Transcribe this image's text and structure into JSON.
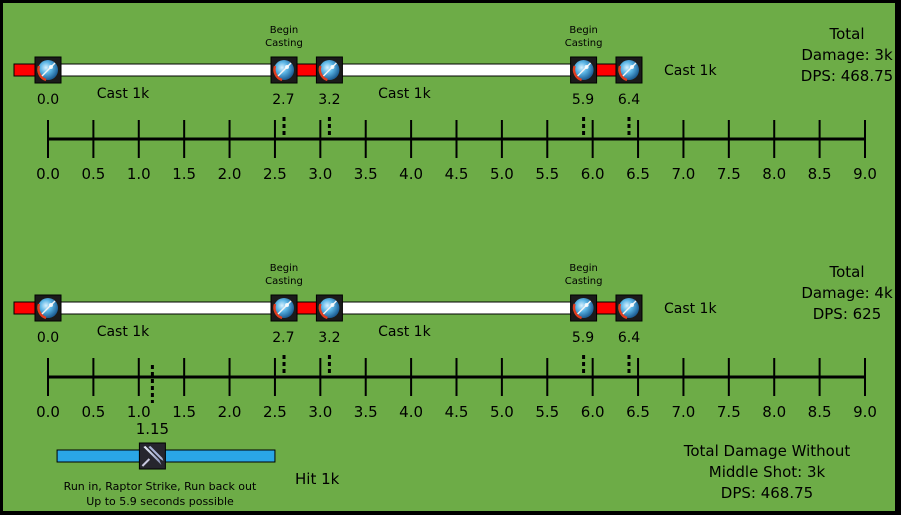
{
  "colors": {
    "background": "#6dac47",
    "cooldown_bar": "#ff0000",
    "cast_bar": "#ffffff",
    "raptor_bar": "#2aa6e6",
    "axis": "#000000"
  },
  "icons": {
    "shot": "aimed-shot-icon",
    "raptor": "raptor-strike-icon"
  },
  "begin_casting_label": [
    "Begin",
    "Casting"
  ],
  "axis": {
    "min": 0,
    "max": 9,
    "step": 0.5,
    "tick_labels": [
      "0.0",
      "0.5",
      "1.0",
      "1.5",
      "2.0",
      "2.5",
      "3.0",
      "3.5",
      "4.0",
      "4.5",
      "5.0",
      "5.5",
      "6.0",
      "6.5",
      "7.0",
      "7.5",
      "8.0",
      "8.5",
      "9.0"
    ]
  },
  "timelines": [
    {
      "id": "top",
      "casts": [
        {
          "start": 0.0,
          "cast_end": 2.6,
          "icon_labels": [
            "0.0"
          ],
          "cast_label": "Cast 1k",
          "cast_label_offset": "below"
        },
        {
          "start": 3.1,
          "cast_end": 5.9,
          "icon_labels": [
            "2.7",
            "3.2"
          ],
          "cast_label": "Cast 1k",
          "cast_label_offset": "below"
        },
        {
          "start": 6.4,
          "cast_end": null,
          "icon_labels": [
            "5.9",
            "6.4"
          ],
          "cast_label": "Cast 1k",
          "cast_label_offset": "side"
        }
      ],
      "begin_casting_at": [
        2.6,
        5.9
      ],
      "dashed_markers": [
        2.6,
        3.1,
        5.9,
        6.4
      ],
      "summary": [
        "Total",
        "Damage: 3k",
        "DPS: 468.75"
      ]
    },
    {
      "id": "bottom",
      "casts": [
        {
          "start": 0.0,
          "cast_end": 2.6,
          "icon_labels": [
            "0.0"
          ],
          "cast_label": "Cast 1k",
          "cast_label_offset": "below"
        },
        {
          "start": 3.1,
          "cast_end": 5.9,
          "icon_labels": [
            "2.7",
            "3.2"
          ],
          "cast_label": "Cast 1k",
          "cast_label_offset": "below"
        },
        {
          "start": 6.4,
          "cast_end": null,
          "icon_labels": [
            "5.9",
            "6.4"
          ],
          "cast_label": "Cast 1k",
          "cast_label_offset": "side"
        }
      ],
      "begin_casting_at": [
        2.6,
        5.9
      ],
      "dashed_markers": [
        2.6,
        3.1,
        5.9,
        6.4,
        1.15
      ],
      "summary": [
        "Total",
        "Damage: 4k",
        "DPS: 625"
      ]
    }
  ],
  "raptor": {
    "marker_label": "1.15",
    "bar_start": 0.1,
    "bar_end": 2.5,
    "icon_at": 1.15,
    "hit_label": "Hit 1k",
    "caption": [
      "Run in, Raptor Strike, Run back out",
      "Up to 5.9 seconds possible"
    ]
  },
  "bottom_summary": [
    "Total Damage Without",
    "Middle Shot: 3k",
    "DPS: 468.75"
  ]
}
